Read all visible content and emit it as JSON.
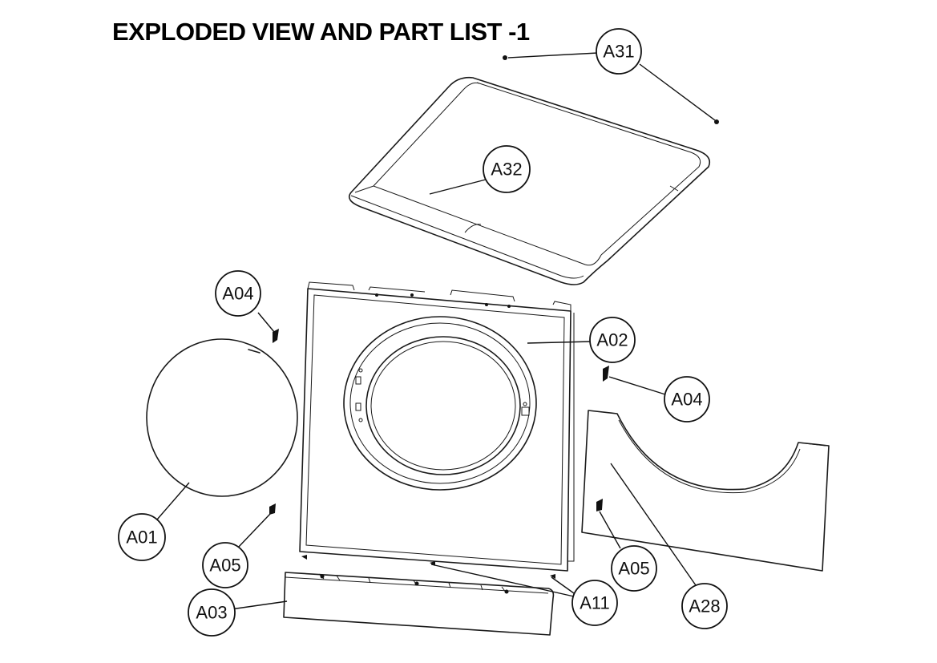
{
  "title": "EXPLODED VIEW AND PART LIST -1",
  "callouts": {
    "a31": "A31",
    "a32": "A32",
    "a04_left": "A04",
    "a02": "A02",
    "a04_right": "A04",
    "a01": "A01",
    "a05_left": "A05",
    "a03": "A03",
    "a11": "A11",
    "a05_right": "A05",
    "a28": "A28"
  }
}
